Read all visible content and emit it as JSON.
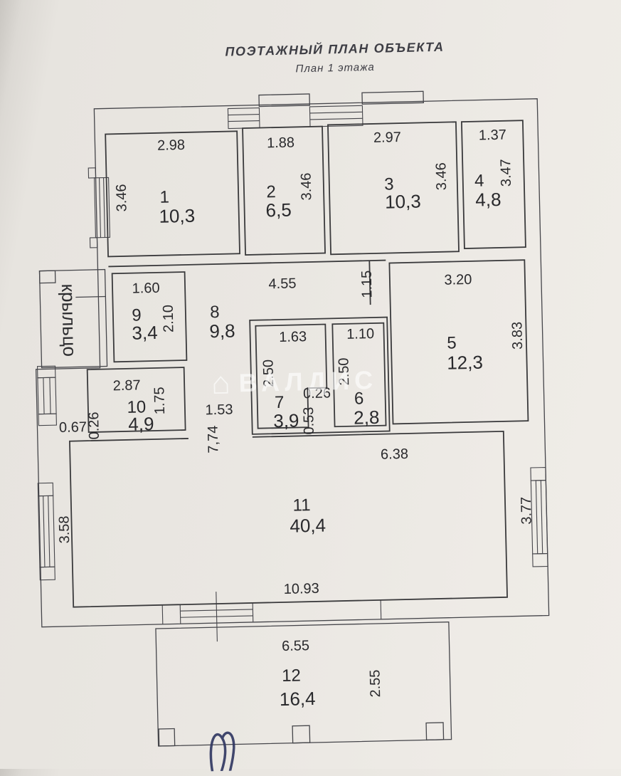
{
  "photo": {
    "title": "ПОЭТАЖНЫЙ ПЛАН ОБЪЕКТА",
    "subtitle": "План 1 этажа",
    "watermark": "ВАЛДИС",
    "porch": "крыльцо"
  },
  "colors": {
    "line": "#3a3a3c",
    "pen_mark": "#2e3560",
    "paper": "#eae7e2"
  },
  "rooms": {
    "r1": {
      "n": "1",
      "a": "10,3"
    },
    "r2": {
      "n": "2",
      "a": "6,5"
    },
    "r3": {
      "n": "3",
      "a": "10,3"
    },
    "r4": {
      "n": "4",
      "a": "4,8"
    },
    "r5": {
      "n": "5",
      "a": "12,3"
    },
    "r6": {
      "n": "6",
      "a": "2,8"
    },
    "r7": {
      "n": "7",
      "a": "3,9"
    },
    "r8": {
      "n": "8",
      "a": "9,8"
    },
    "r9": {
      "n": "9",
      "a": "3,4"
    },
    "r10": {
      "n": "10",
      "a": "4,9"
    },
    "r11": {
      "n": "11",
      "a": "40,4"
    },
    "r12": {
      "n": "12",
      "a": "16,4"
    }
  },
  "dims": {
    "r1_w": "2.98",
    "r1_h": "3.46",
    "r2_w": "1.88",
    "r2_h": "3.46",
    "r3_w": "2.97",
    "r3_h": "3.46",
    "r4_w": "1.37",
    "r4_h": "3.47",
    "r9_w": "1.60",
    "r9_h": "2.10",
    "hall_top": "4.55",
    "hall_right": "1.15",
    "r5_w": "3.20",
    "r5_h": "3.83",
    "r7_w": "1.63",
    "r7_h": "2.50",
    "r6_w": "1.10",
    "r6_h": "2.50",
    "r7_notch_w": "0.26",
    "r7_notch_h": "0.53",
    "r10_w": "2.87",
    "r10_h": "1.75",
    "left_jog_w": "0.67",
    "left_jog_h": "0.26",
    "pass_w": "1.53",
    "pass_h": "7,74",
    "r11_top": "6.38",
    "r11_left": "3.58",
    "r11_right": "3.77",
    "r11_bottom": "10.93",
    "r12_w": "6.55",
    "r12_h": "2.55"
  }
}
